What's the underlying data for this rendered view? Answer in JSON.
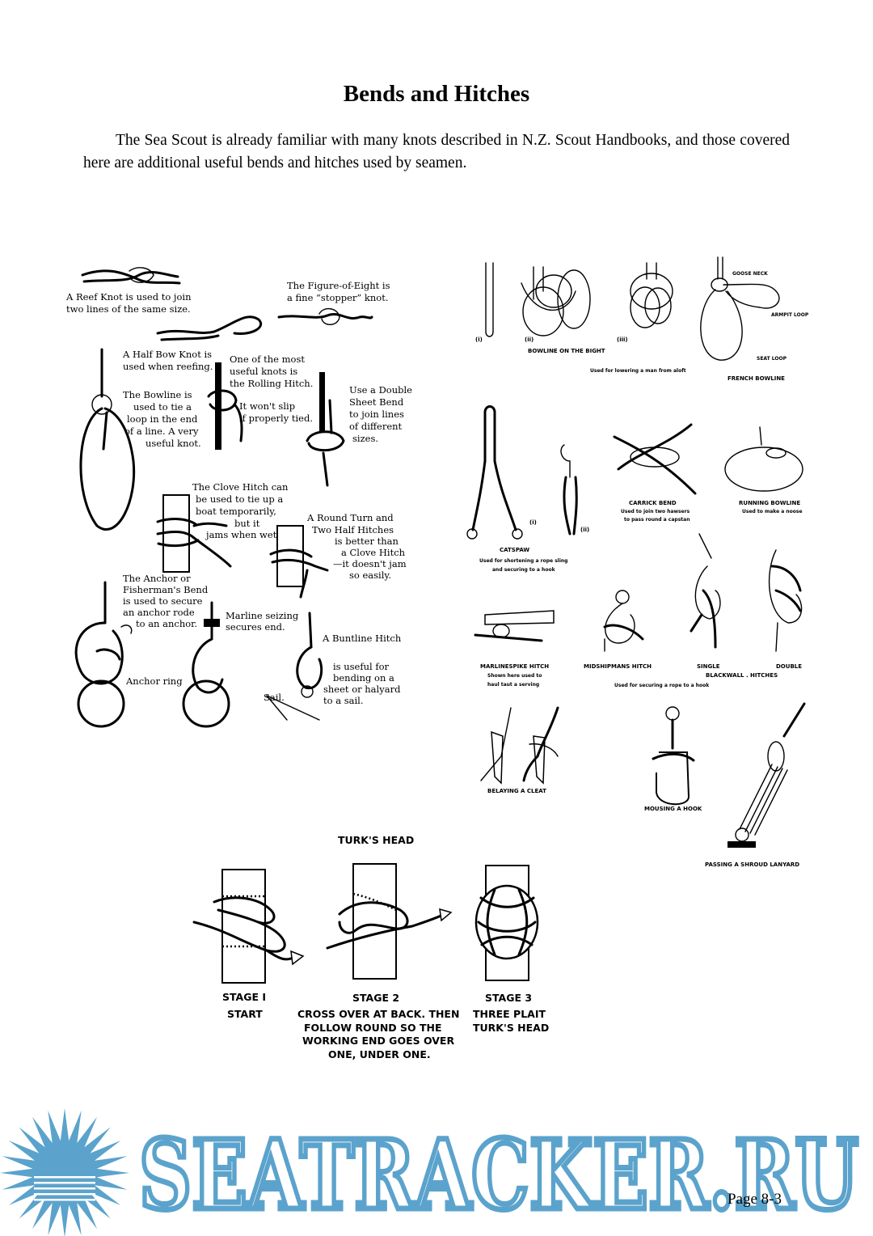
{
  "title": "Bends and Hitches",
  "intro": "The Sea Scout is already familiar with many knots described in N.Z. Scout Handbooks, and those covered here are additional useful bends and hitches used by seamen.",
  "left_labels": {
    "reef_knot": [
      "A Reef Knot is used to join",
      "two lines of the same size."
    ],
    "figure_eight": [
      "The Figure-of-Eight is",
      "a fine “stopper” knot."
    ],
    "half_bow": [
      "A Half Bow Knot is",
      "used when reefing."
    ],
    "rolling_hitch": [
      "One of the most",
      "useful knots is",
      "the Rolling Hitch.",
      "It won't slip",
      "if properly tied."
    ],
    "bowline": [
      "The Bowline is",
      "used to tie a",
      "loop in the end",
      "of a line. A very",
      "useful knot."
    ],
    "double_sheet_bend": [
      "Use a Double",
      "Sheet Bend",
      "to join lines",
      "of different",
      "sizes."
    ],
    "clove_hitch": [
      "The Clove Hitch can",
      "be used to tie up a",
      "boat temporarily,",
      "but it",
      "jams when wet."
    ],
    "round_turn": [
      "A Round Turn and",
      "Two Half Hitches",
      "is better than",
      "a Clove Hitch",
      "—it doesn't jam",
      "so easily."
    ],
    "anchor_bend": [
      "The Anchor or",
      "Fisherman's Bend",
      "is used to secure",
      "an anchor rode",
      "to an anchor."
    ],
    "marline_seizing": [
      "Marline seizing",
      "secures end."
    ],
    "anchor_ring": "Anchor ring",
    "buntline_hitch": [
      "A Buntline Hitch",
      "is useful for",
      "bending on a",
      "sheet or halyard",
      "to a sail."
    ],
    "sail": "Sail."
  },
  "right_labels": {
    "bowline_bight_steps": [
      "(i)",
      "(ii)",
      "(iii)"
    ],
    "bowline_bight": "BOWLINE ON THE BIGHT",
    "bowline_bight_caption": "Used for lowering a man from aloft",
    "goose_neck": "GOOSE NECK",
    "armpit_loop": "ARMPIT LOOP",
    "seat_loop": "SEAT LOOP",
    "french_bowline": "FRENCH BOWLINE",
    "catspaw_steps": [
      "(i)",
      "(ii)"
    ],
    "catspaw": "CATSPAW",
    "catspaw_caption": [
      "Used for shortening a rope sling",
      "and securing to a hook"
    ],
    "carrick_bend": "CARRICK BEND",
    "carrick_caption": [
      "Used to join two hawsers",
      "to pass round a capstan"
    ],
    "running_bowline": "RUNNING BOWLINE",
    "running_caption": "Used to make a noose",
    "marlinespike": "MARLINESPIKE HITCH",
    "marlinespike_caption": [
      "Shown here used to",
      "haul taut a serving"
    ],
    "midshipmans": "MIDSHIPMANS HITCH",
    "single": "SINGLE",
    "double": "DOUBLE",
    "blackwall": "BLACKWALL . HITCHES",
    "blackwall_caption": "Used for securing a rope to a hook",
    "belaying": "BELAYING A CLEAT",
    "mousing": "MOUSING A HOOK",
    "shroud": "PASSING A SHROUD LANYARD"
  },
  "turks_head": {
    "title": "TURK'S HEAD",
    "stage1": [
      "STAGE I",
      "START"
    ],
    "stage2": [
      "STAGE 2",
      "CROSS OVER AT BACK. THEN",
      "FOLLOW ROUND SO THE",
      "WORKING END GOES OVER",
      "ONE, UNDER ONE."
    ],
    "stage3": [
      "STAGE 3",
      "THREE PLAIT",
      "TURK'S HEAD"
    ]
  },
  "watermark": {
    "text": "SEATRACKER.RU",
    "color": "#5ba3cc"
  },
  "page_number": "Page 8-3"
}
